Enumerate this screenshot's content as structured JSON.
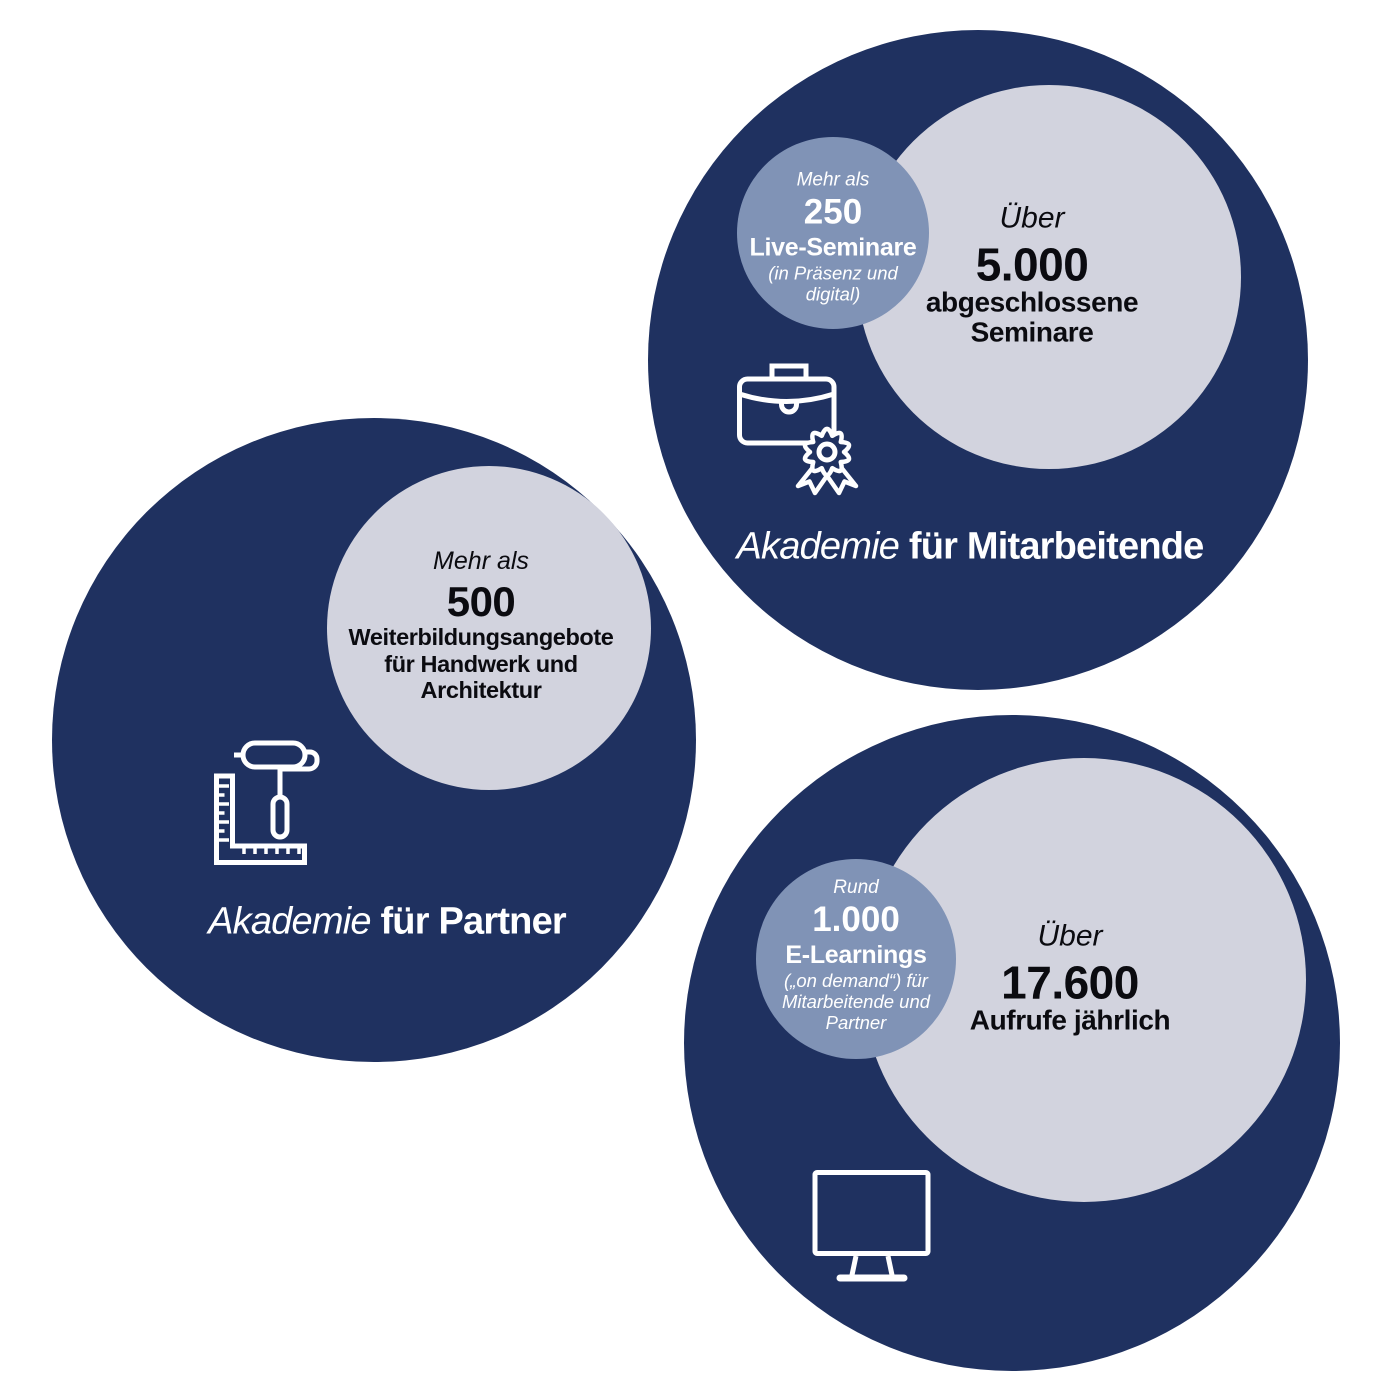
{
  "colors": {
    "navy": "#1F3160",
    "medium_blue": "#8093B6",
    "light_gray": "#D2D3DE",
    "white": "#FFFFFF",
    "dark_text": "#0B0B10"
  },
  "groups": [
    {
      "id": "mitarbeitende",
      "label_italic": "Akademie",
      "label_bold": "für Mitarbeitende",
      "icon": "briefcase-certificate-icon",
      "small_bubble": {
        "intro": "Mehr als",
        "number": "250",
        "title": "Live-Seminare",
        "note_lines": [
          "(in Präsenz und",
          "digital)"
        ]
      },
      "big_bubble": {
        "intro": "Über",
        "number": "5.000",
        "title_lines": [
          "abgeschlossene",
          "Seminare"
        ]
      }
    },
    {
      "id": "partner",
      "label_italic": "Akademie",
      "label_bold": "für Partner",
      "icon": "paint-roller-ruler-icon",
      "big_bubble": {
        "intro": "Mehr als",
        "number": "500",
        "title_lines": [
          "Weiterbildungsangebote",
          "für Handwerk und",
          "Architektur"
        ]
      }
    },
    {
      "id": "elearnings",
      "icon": "monitor-icon",
      "small_bubble": {
        "intro": "Rund",
        "number": "1.000",
        "title": "E-Learnings",
        "note_lines": [
          "(„on demand“) für",
          "Mitarbeitende und",
          "Partner"
        ]
      },
      "big_bubble": {
        "intro": "Über",
        "number": "17.600",
        "title_lines": [
          "Aufrufe jährlich"
        ]
      }
    }
  ]
}
